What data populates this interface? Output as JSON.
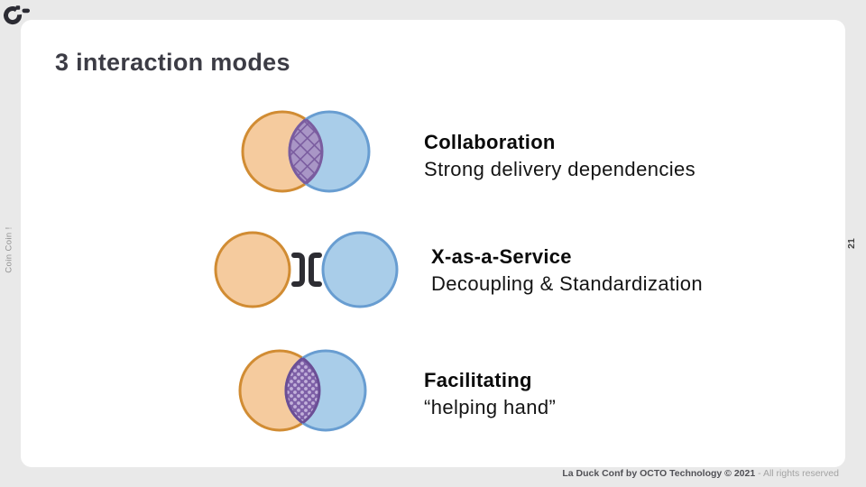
{
  "slide": {
    "title": "3 interaction modes",
    "side_note": "Coin Coin !",
    "page_number": "21",
    "footer": {
      "main": "La Duck Conf by OCTO Technology  © 2021",
      "suffix": " - All rights reserved"
    }
  },
  "modes": [
    {
      "name": "Collaboration",
      "description": "Strong delivery dependencies",
      "diagram": "two-overlapping-circles-hatched-intersection"
    },
    {
      "name": "X-as-a-Service",
      "description": "Decoupling & Standardization",
      "diagram": "two-separate-circles-bracket-interface"
    },
    {
      "name": "Facilitating",
      "description": "“helping hand”",
      "diagram": "two-overlapping-circles-dotted-intersection"
    }
  ],
  "icons": {
    "logo": "octo-c-logo-icon",
    "interface_brackets": "service-interface-bracket-icon"
  },
  "colors": {
    "background": "#e9e9e9",
    "card": "#ffffff",
    "title": "#3c3c45",
    "team_orange_fill": "#f5cb9e",
    "team_orange_border": "#d18c33",
    "team_blue_fill": "#a9cde9",
    "team_blue_border": "#689dd1",
    "overlap_light_purple": "#a996c6",
    "overlap_dark_purple": "#7a5c9f",
    "facilitating_purple": "#7e60a7",
    "facilitating_dot": "#c2b1da",
    "connector_dark": "#2d2d33"
  }
}
